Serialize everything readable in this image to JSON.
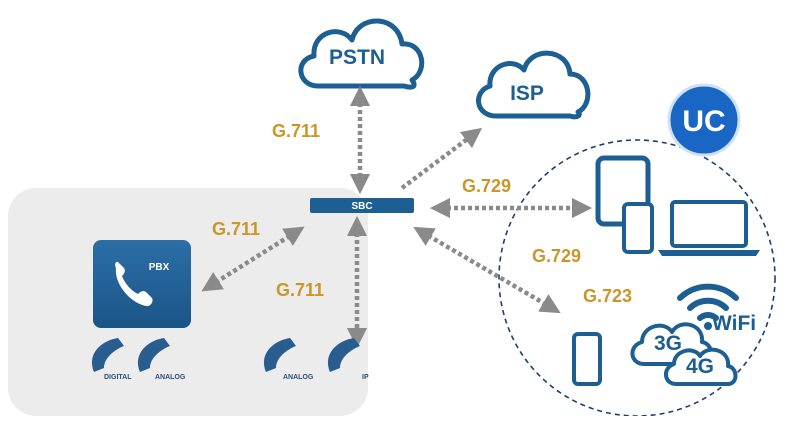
{
  "nodes": {
    "pstn": "PSTN",
    "isp": "ISP",
    "sbc": "SBC",
    "pbx": "PBX",
    "uc_logo": "UC",
    "wifi": "WiFi",
    "net_3g": "3G",
    "net_4g": "4G"
  },
  "phones": {
    "digital": "DIGITAL",
    "analog_1": "ANALOG",
    "analog_2": "ANALOG",
    "ip": "IP"
  },
  "codecs": {
    "pstn_sbc": "G.711",
    "pbx_sbc": "G.711",
    "sbc_phones": "G.711",
    "sbc_devices": "G.729",
    "devices_mid": "G.729",
    "sbc_mobile": "G.723"
  },
  "colors": {
    "primary_blue": "#1d5f93",
    "codec_gold": "#c9962a",
    "arrow_gray": "#8a8a8a",
    "panel_gray": "#ececec"
  }
}
